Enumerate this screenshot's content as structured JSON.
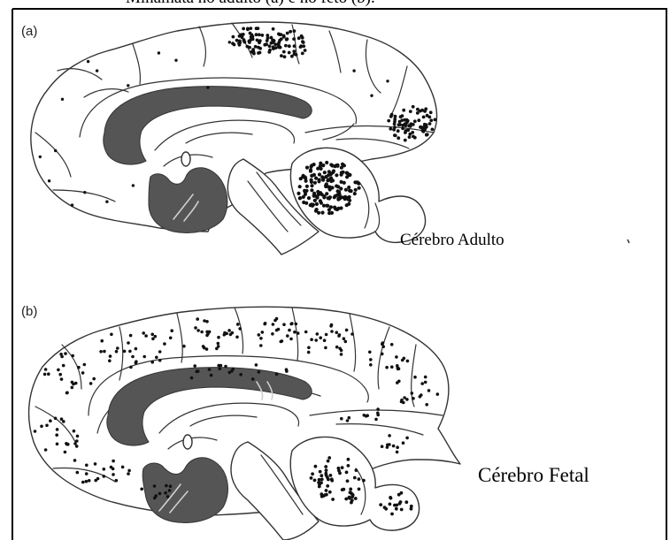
{
  "header": {
    "caption": "Minamata no adulto (a) e no feto (b)."
  },
  "panels": [
    {
      "id": "a",
      "tag": "(a)",
      "label": "Cérebro Adulto"
    },
    {
      "id": "b",
      "tag": "(b)",
      "label": "Cérebro Fetal"
    }
  ],
  "colors": {
    "lesion": "#111111",
    "tissue": "#555555",
    "outline": "#333333",
    "frame": "#000000"
  }
}
